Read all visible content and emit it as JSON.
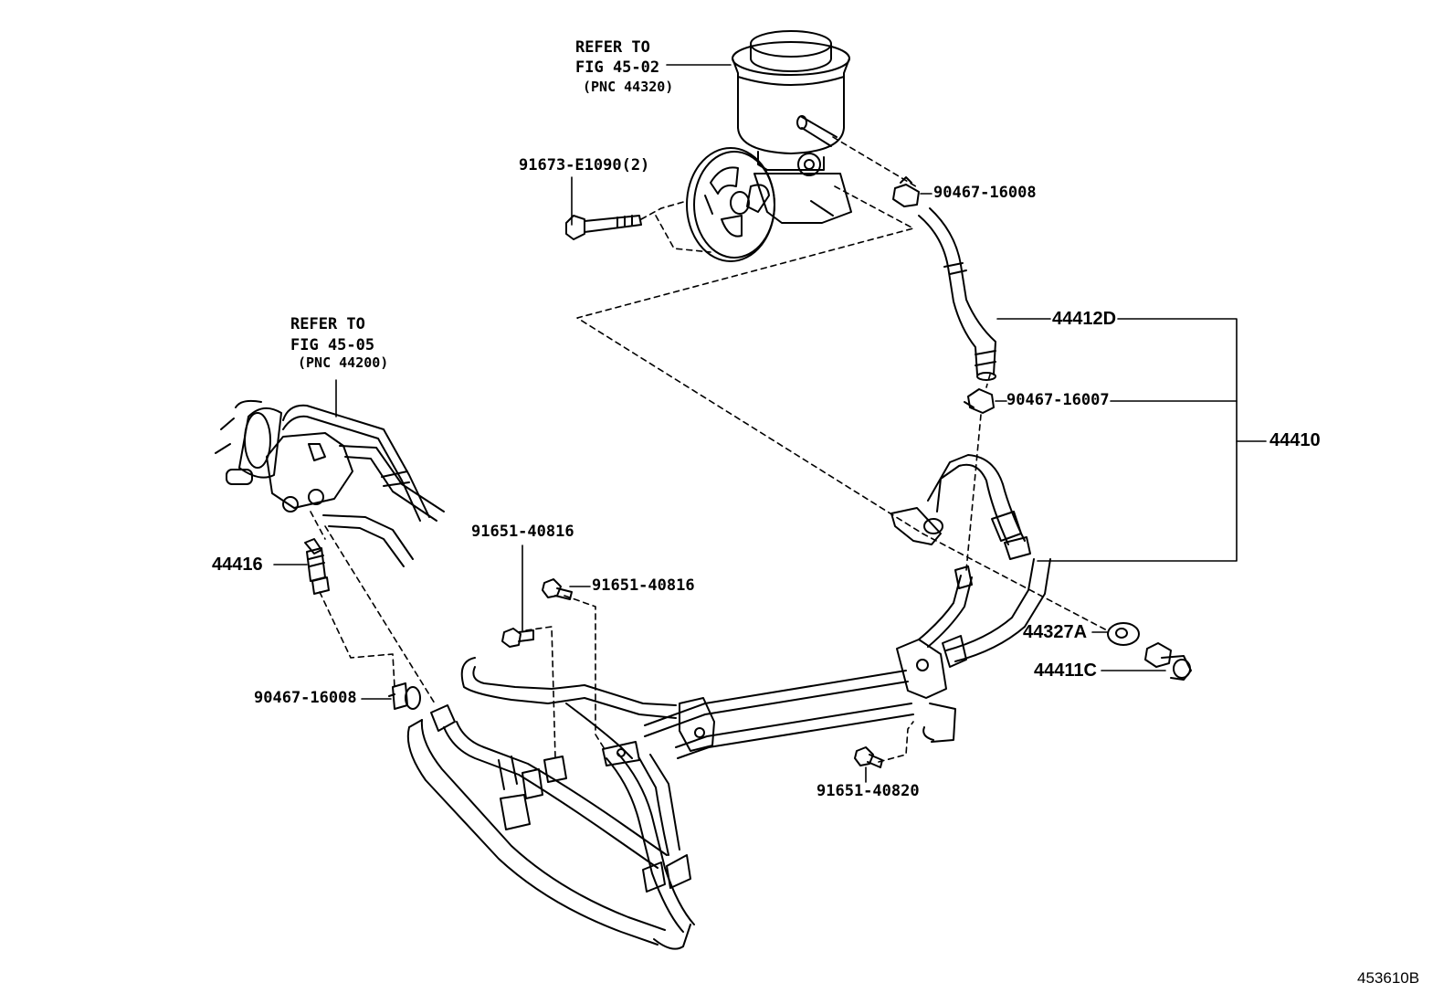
{
  "refs": {
    "pump": {
      "line1": "REFER TO",
      "line2": "FIG 45-02",
      "line3": "(PNC 44320)"
    },
    "gear": {
      "line1": "REFER TO",
      "line2": "FIG 45-05",
      "line3": "(PNC 44200)"
    }
  },
  "parts": {
    "bolt_pump": "91673-E1090(2)",
    "clamp_top": "90467-16008",
    "hose_return": "44412D",
    "clamp_mid": "90467-16007",
    "assembly": "44410",
    "union": "44416",
    "bolt_a": "91651-40816",
    "bolt_b": "91651-40816",
    "gasket": "44327A",
    "union_bolt": "44411C",
    "clamp_left": "90467-16008",
    "bolt_c": "91651-40820"
  },
  "figure_id": "453610B"
}
